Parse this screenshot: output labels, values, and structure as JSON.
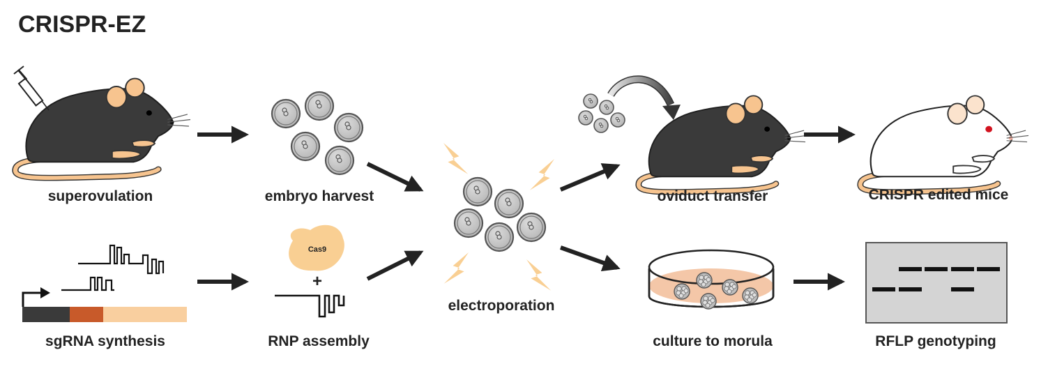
{
  "title": "CRISPR-EZ",
  "steps": {
    "superovulation": "superovulation",
    "embryo_harvest": "embryo harvest",
    "electroporation": "electroporation",
    "oviduct_transfer": "oviduct transfer",
    "edited_mice": "CRISPR edited mice",
    "sgrna_synthesis": "sgRNA synthesis",
    "rnp_assembly": "RNP assembly",
    "culture_to_morula": "culture to morula",
    "rflp_genotyping": "RFLP genotyping"
  },
  "cas9_label": "Cas9",
  "plus_sign": "+",
  "colors": {
    "mouse_dark": "#3a3a3a",
    "mouse_ear": "#f7c48f",
    "embryo_fill": "#c4c4c4",
    "bolt": "#f9cf93",
    "promoter_orange": "#c85a2a",
    "gel_bg": "#d4d4d4",
    "dish_media": "#f4c7a8"
  }
}
